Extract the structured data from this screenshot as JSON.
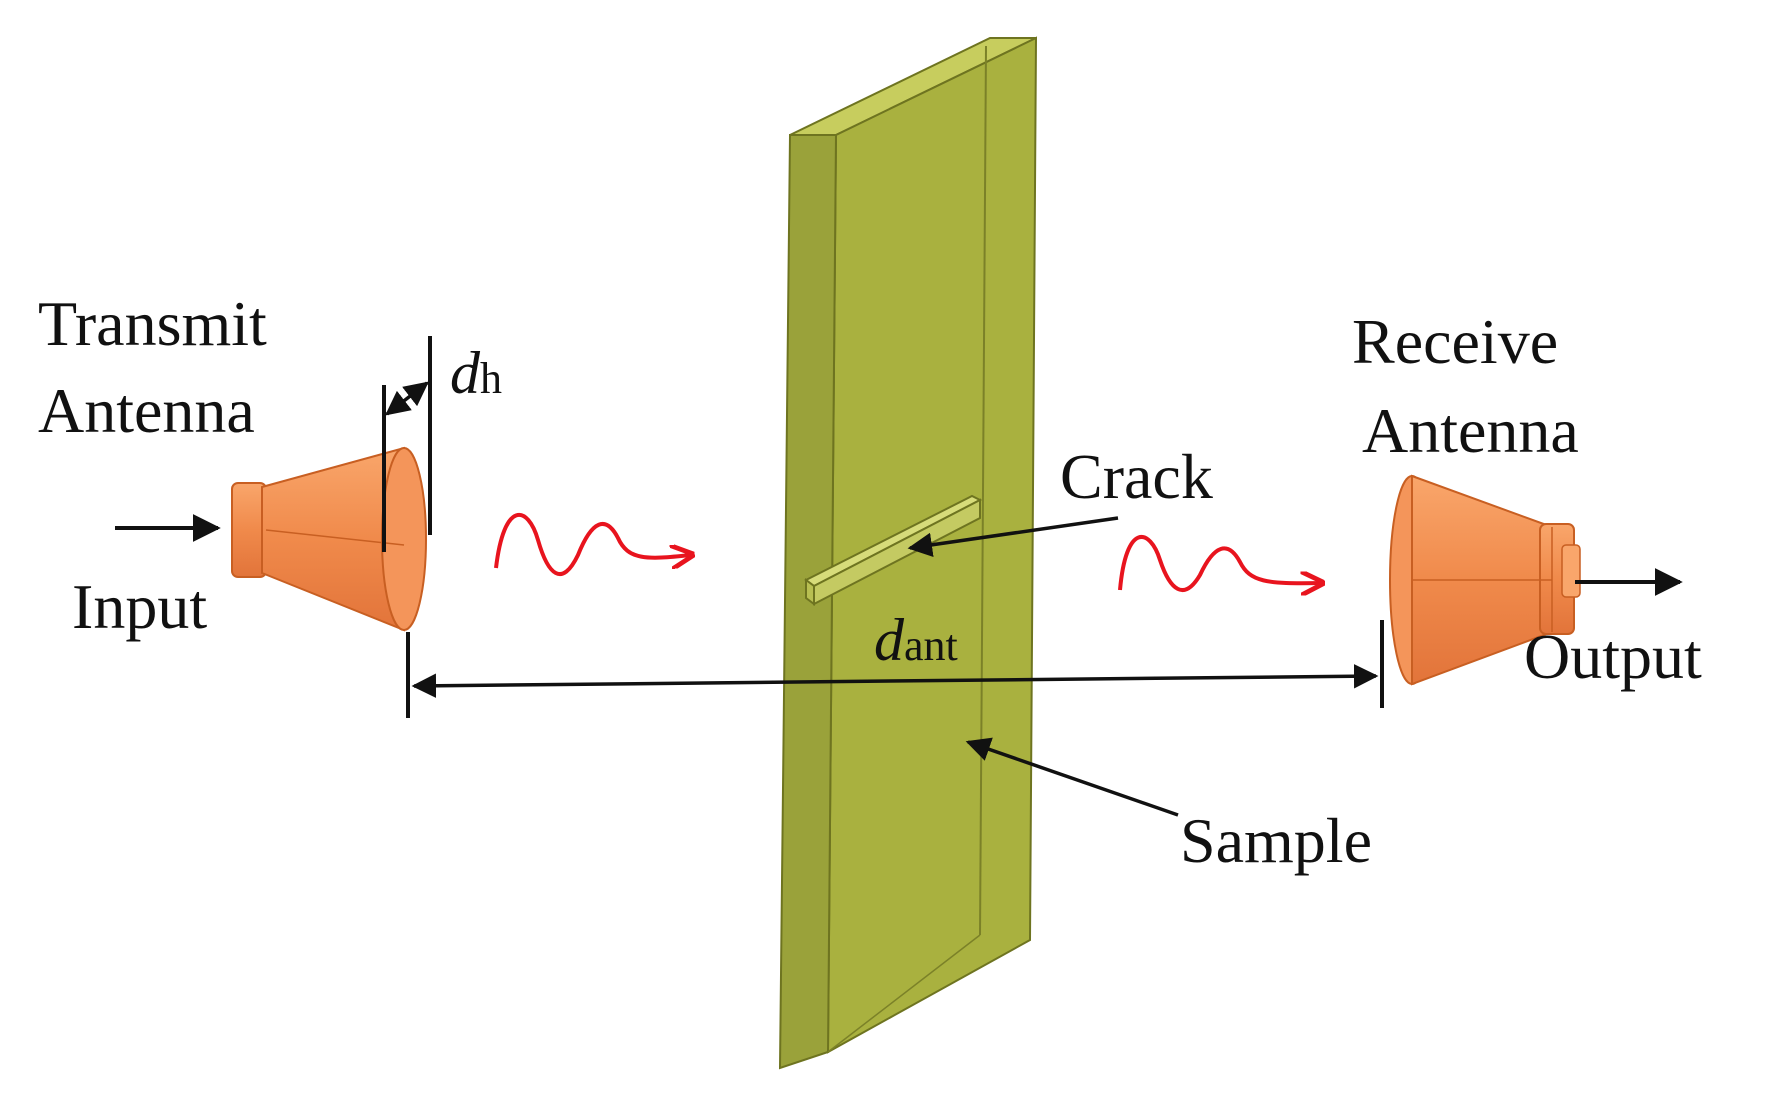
{
  "labels": {
    "transmit_line1": "Transmit",
    "transmit_line2": "Antenna",
    "receive_line1": "Receive",
    "receive_line2": "Antenna",
    "input": "Input",
    "output": "Output",
    "crack": "Crack",
    "sample": "Sample",
    "dh_symbol": "d",
    "dh_subscript": "h",
    "dant_symbol": "d",
    "dant_subscript": "ant"
  },
  "colors": {
    "antenna": "#f08a4b",
    "antenna_dark": "#d86a2a",
    "sample_front": "#9aa23a",
    "sample_side": "#b9c04e",
    "sample_top": "#c7cd5e",
    "wave": "#e8141e",
    "arrow": "#111111"
  }
}
